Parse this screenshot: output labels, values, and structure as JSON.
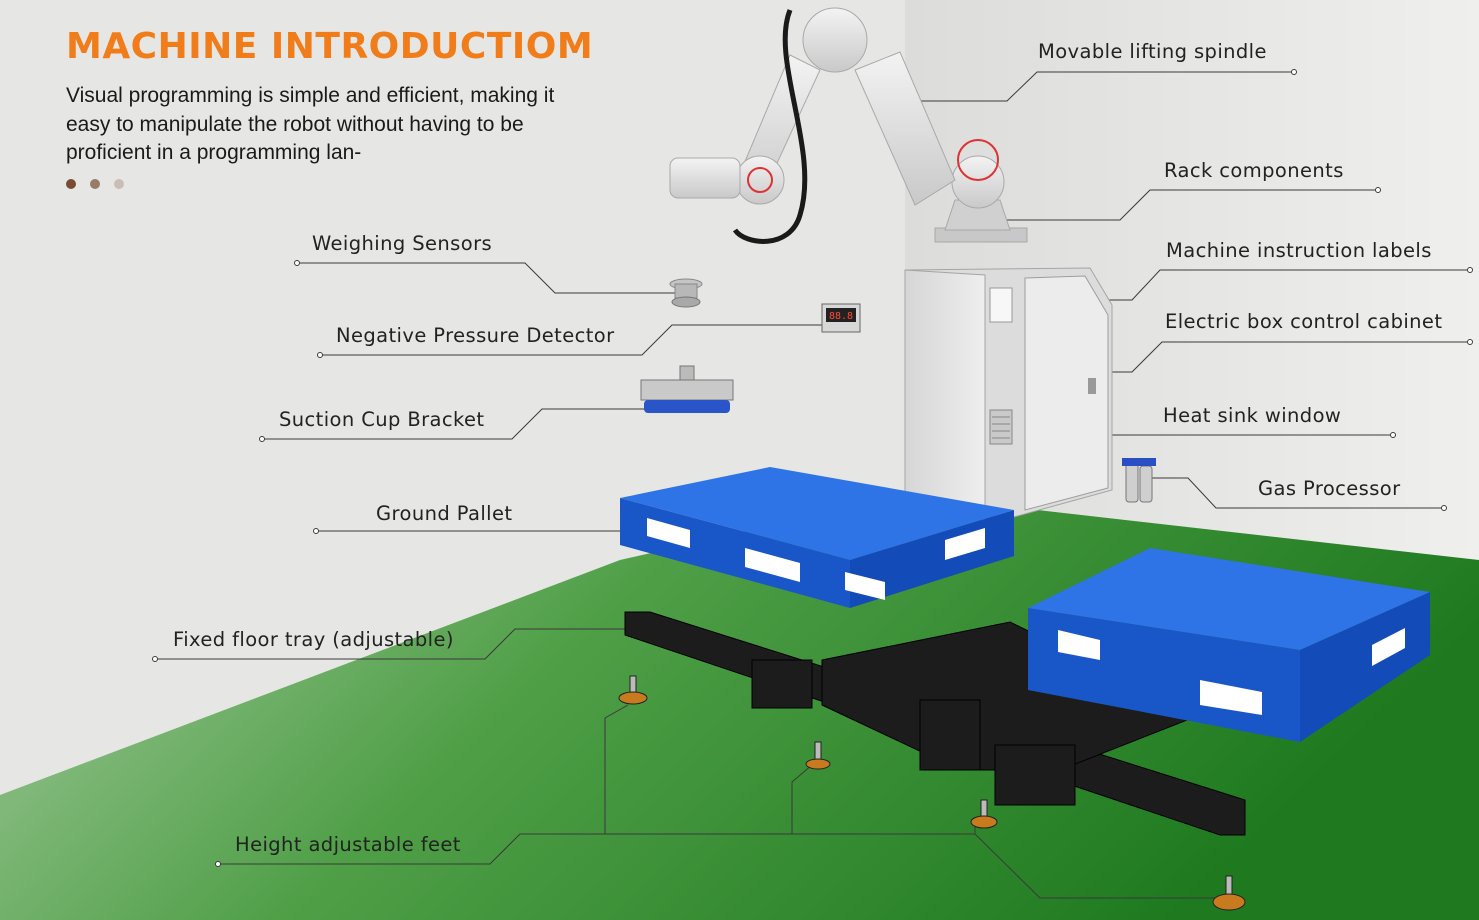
{
  "heading": {
    "title": "MACHINE INTRODUCTIOM",
    "description": "Visual programming is simple and efficient, making it easy to manipulate the robot without having to be proficient in a programming lan-"
  },
  "carousel": {
    "dots": [
      {
        "color": "#7a4b32",
        "active": true
      },
      {
        "color": "#9a7a66",
        "active": false
      },
      {
        "color": "#c9beb6",
        "active": false
      }
    ]
  },
  "labels": {
    "movable_lifting_spindle": "Movable lifting spindle",
    "rack_components": "Rack components",
    "machine_instruction_labels": "Machine instruction labels",
    "electric_box_control_cabinet": "Electric box control cabinet",
    "heat_sink_window": "Heat sink window",
    "gas_processor": "Gas Processor",
    "weighing_sensors": "Weighing Sensors",
    "negative_pressure_detector": "Negative Pressure Detector",
    "suction_cup_bracket": "Suction Cup Bracket",
    "ground_pallet": "Ground Pallet",
    "fixed_floor_tray": "Fixed floor tray (adjustable)",
    "height_adjustable_feet": "Height adjustable feet"
  },
  "detector_display": "88.8",
  "colors": {
    "title": "#f07d1a",
    "floor": "#2f8a2f",
    "pallet": "#1f63d6",
    "cabinet": "#e4e4e4",
    "robot": "#e3e3e3",
    "rail": "#1c1c1c"
  }
}
